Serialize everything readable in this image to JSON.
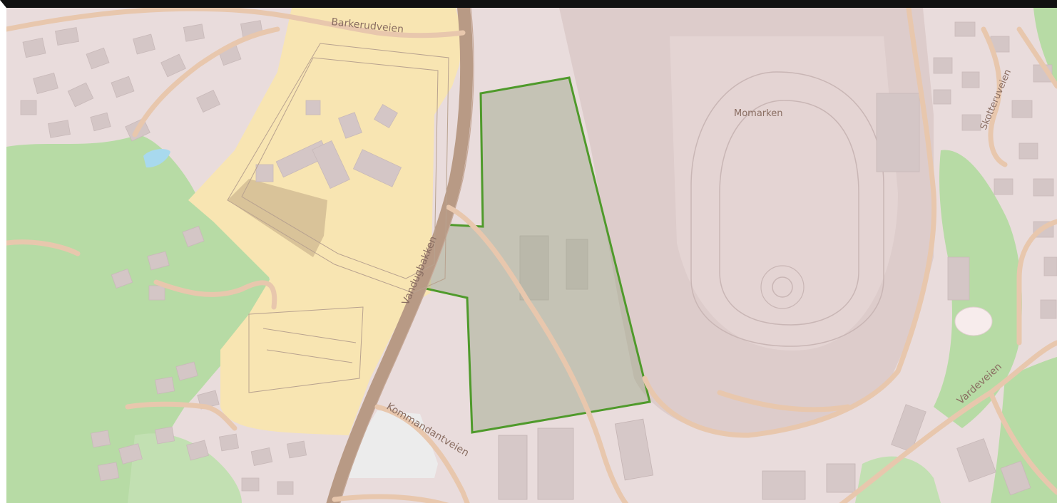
{
  "map": {
    "labels": {
      "barkerudveien": "Barkerudveien",
      "vandugbakken": "Vandugbakken",
      "kommandantveien": "Kommandantveien",
      "momarken": "Momarken",
      "skotteruveien": "Skotteruveien",
      "vardeveien": "Vardeveien"
    },
    "colors": {
      "land": "#e9dcdc",
      "forest": "#b7dba5",
      "school_area": "#f8e5b2",
      "main_road": "#b89a85",
      "road": "#e8c7ad",
      "track_area": "#ddcccb",
      "building": "#d4c6c6",
      "highlight_outline": "#4f9a2b",
      "highlight_fill": "#9aa585",
      "water": "#a8d9ee",
      "parking": "#ececec"
    }
  }
}
